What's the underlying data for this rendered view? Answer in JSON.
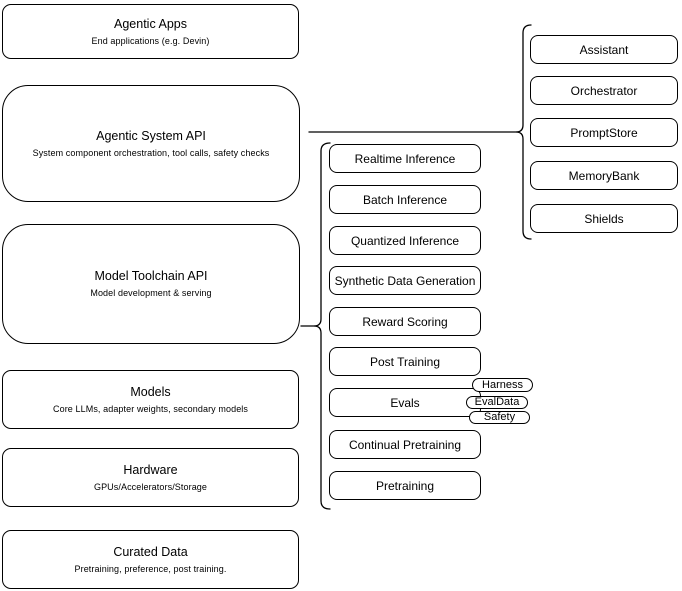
{
  "colors": {
    "stroke": "#000000",
    "fill": "#ffffff",
    "text": "#000000"
  },
  "stack": [
    {
      "title": "Agentic Apps",
      "subtitle": "End applications (e.g. Devin)"
    },
    {
      "title": "Agentic System API",
      "subtitle": "System component orchestration, tool calls, safety checks"
    },
    {
      "title": "Model Toolchain API",
      "subtitle": "Model development & serving"
    },
    {
      "title": "Models",
      "subtitle": "Core LLMs, adapter weights, secondary models"
    },
    {
      "title": "Hardware",
      "subtitle": "GPUs/Accelerators/Storage"
    },
    {
      "title": "Curated Data",
      "subtitle": "Pretraining, preference, post training."
    }
  ],
  "system_components": [
    "Assistant",
    "Orchestrator",
    "PromptStore",
    "MemoryBank",
    "Shields"
  ],
  "toolchain_services": [
    "Realtime Inference",
    "Batch Inference",
    "Quantized Inference",
    "Synthetic Data Generation",
    "Reward Scoring",
    "Post Training",
    "Evals",
    "Continual Pretraining",
    "Pretraining"
  ],
  "eval_tags": [
    "Harness",
    "EvalData",
    "Safety"
  ]
}
